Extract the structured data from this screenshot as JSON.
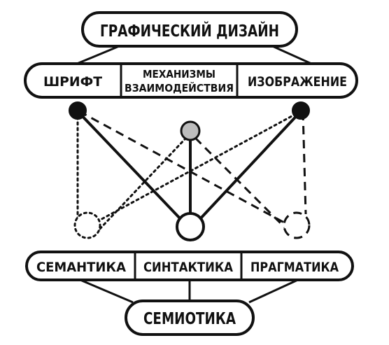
{
  "title": "ГРАФИЧЕСКИЙ ДИЗАЙН",
  "top_row": {
    "left": "ШРИФТ",
    "middle_line1": "МЕХАНИЗМЫ",
    "middle_line2": "ВЗАИМОДЕЙСТВИЯ",
    "right": "ИЗОБРАЖЕНИЕ"
  },
  "bottom_row": {
    "left": "СЕМАНТИКА",
    "middle": "СИНТАКТИКА",
    "right": "ПРАГМАТИКА"
  },
  "footer": "СЕМИОТИКА",
  "colors": {
    "stroke": "#111111",
    "node_filled": "#111111",
    "node_gray": "#bdbdbd",
    "node_empty": "#ffffff"
  }
}
